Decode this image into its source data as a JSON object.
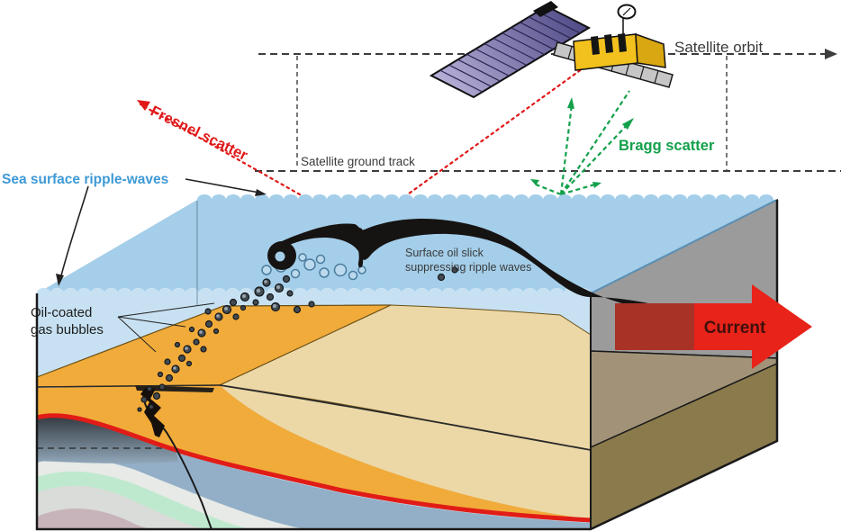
{
  "title": "Satellite detection of natural oil seep diagram",
  "labels": {
    "satellite_orbit": "Satellite orbit",
    "satellite_ground_track": "Satellite ground track",
    "fresnel_scatter": "Fresnel scatter",
    "bragg_scatter": "Bragg scatter",
    "sea_surface_ripple_waves": "Sea surface ripple-waves",
    "oil_coated_line1": "Oil-coated",
    "oil_coated_line2": "gas bubbles",
    "slick_line1": "Surface oil slick",
    "slick_line2": "suppressing ripple waves",
    "current": "Current"
  },
  "colors": {
    "sea_surface_blue": "#a4cee9",
    "water_front_blue": "#c7e1f2",
    "sand_orange": "#f1ab3a",
    "sand_cream": "#ecd8a6",
    "oil_black": "#161313",
    "seal_red": "#e11c17",
    "current_red": "#e8231a",
    "current_dark_red": "#a93226",
    "bragg_green": "#13a04b",
    "fresnel_red": "#e01818",
    "ripple_label_blue": "#3e9ad6",
    "gray_side_face": "#9b9b9b",
    "reservoir_blue_gray": "#93afc7",
    "mint_layer": "#bfe9cf",
    "mauve_layer": "#c7b3ba"
  }
}
